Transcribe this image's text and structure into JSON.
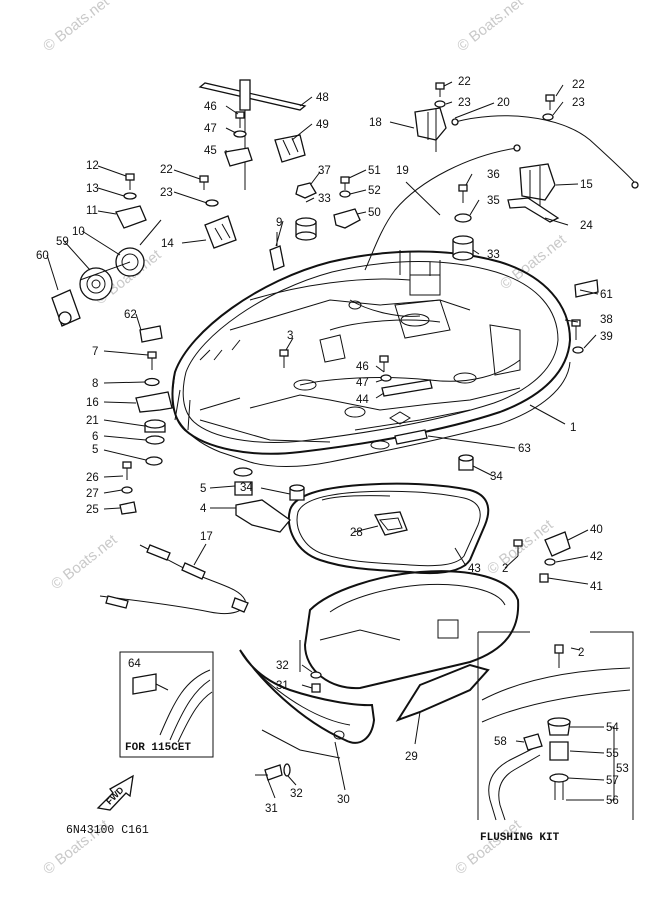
{
  "watermark": "© Boats.net",
  "diagram_code": "6N43100 C161",
  "inset_115cet": {
    "label": "FOR 115CET",
    "part": "64"
  },
  "inset_flushing": {
    "label": "FLUSHING KIT"
  },
  "fwd_arrow": "FWD",
  "callouts": {
    "c1": "1",
    "c2a": "2",
    "c2b": "2",
    "c3": "3",
    "c4": "4",
    "c5a": "5",
    "c5b": "5",
    "c6": "6",
    "c7": "7",
    "c8": "8",
    "c9": "9",
    "c10": "10",
    "c11": "11",
    "c12": "12",
    "c13": "13",
    "c14": "14",
    "c15": "15",
    "c16": "16",
    "c17": "17",
    "c18": "18",
    "c19": "19",
    "c20": "20",
    "c21": "21",
    "c22a": "22",
    "c22b": "22",
    "c22c": "22",
    "c23a": "23",
    "c23b": "23",
    "c23c": "23",
    "c24": "24",
    "c25": "25",
    "c26": "26",
    "c27": "27",
    "c28": "28",
    "c29": "29",
    "c30": "30",
    "c31a": "31",
    "c31b": "31",
    "c32a": "32",
    "c32b": "32",
    "c33a": "33",
    "c33b": "33",
    "c34a": "34",
    "c34b": "34",
    "c35": "35",
    "c36": "36",
    "c37": "37",
    "c38": "38",
    "c39": "39",
    "c40": "40",
    "c41": "41",
    "c42": "42",
    "c43": "43",
    "c44": "44",
    "c45": "45",
    "c46a": "46",
    "c46b": "46",
    "c47a": "47",
    "c47b": "47",
    "c48": "48",
    "c49": "49",
    "c50": "50",
    "c51": "51",
    "c52": "52",
    "c53": "53",
    "c54": "54",
    "c55": "55",
    "c56": "56",
    "c57": "57",
    "c58": "58",
    "c59": "59",
    "c60": "60",
    "c61": "61",
    "c62": "62",
    "c63": "63"
  }
}
